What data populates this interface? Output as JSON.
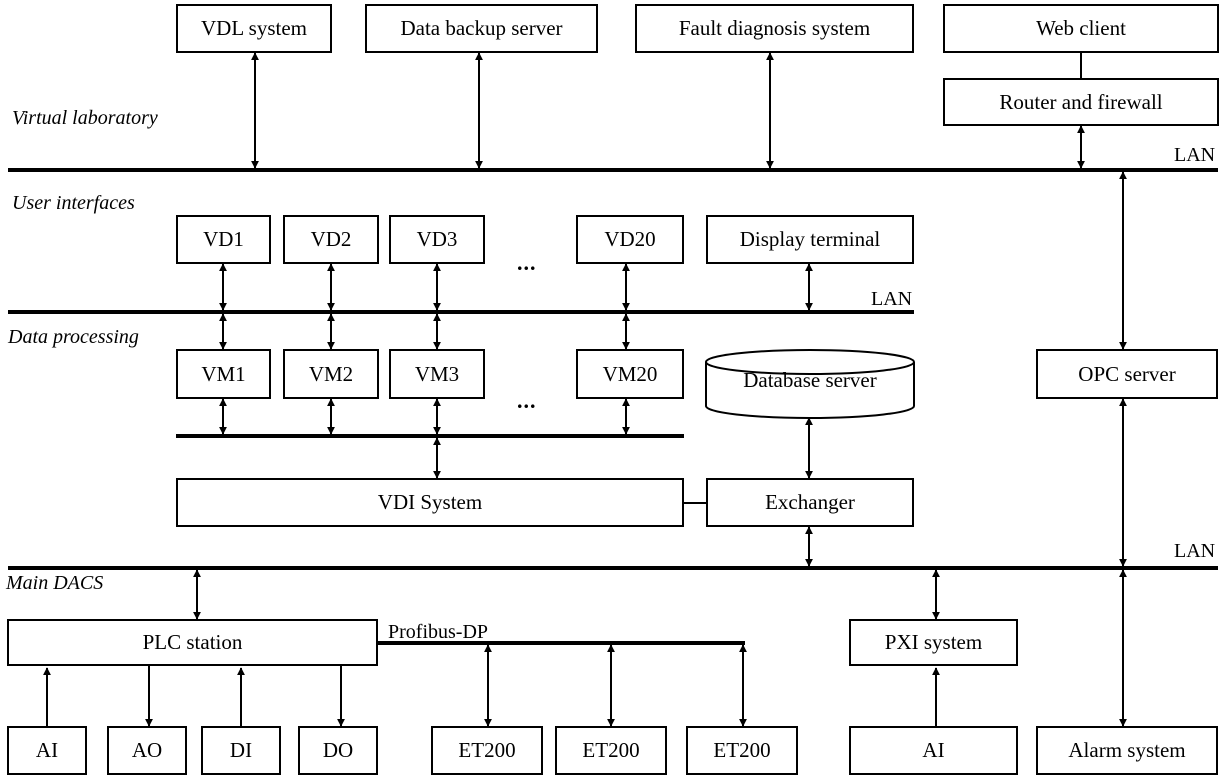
{
  "sections": {
    "virtual_laboratory": "Virtual laboratory",
    "user_interfaces": "User interfaces",
    "data_processing": "Data processing",
    "main_dacs": "Main DACS"
  },
  "lan_labels": {
    "top": "LAN",
    "middle": "LAN",
    "bottom": "LAN"
  },
  "top_row": {
    "vdl": "VDL system",
    "backup": "Data backup server",
    "fault": "Fault diagnosis system",
    "web": "Web client",
    "router": "Router and firewall"
  },
  "vd": [
    "VD1",
    "VD2",
    "VD3",
    "VD20"
  ],
  "vm": [
    "VM1",
    "VM2",
    "VM3",
    "VM20"
  ],
  "ellipsis": "...",
  "display_terminal": "Display terminal",
  "database_server": "Database server",
  "opc_server": "OPC server",
  "vdi_system": "VDI System",
  "exchanger": "Exchanger",
  "plc_station": "PLC station",
  "profibus": "Profibus-DP",
  "pxi_system": "PXI system",
  "bottom_row": {
    "ai": "AI",
    "ao": "AO",
    "di": "DI",
    "do": "DO",
    "et200": [
      "ET200",
      "ET200",
      "ET200"
    ],
    "pxi_ai": "AI",
    "alarm": "Alarm system"
  }
}
